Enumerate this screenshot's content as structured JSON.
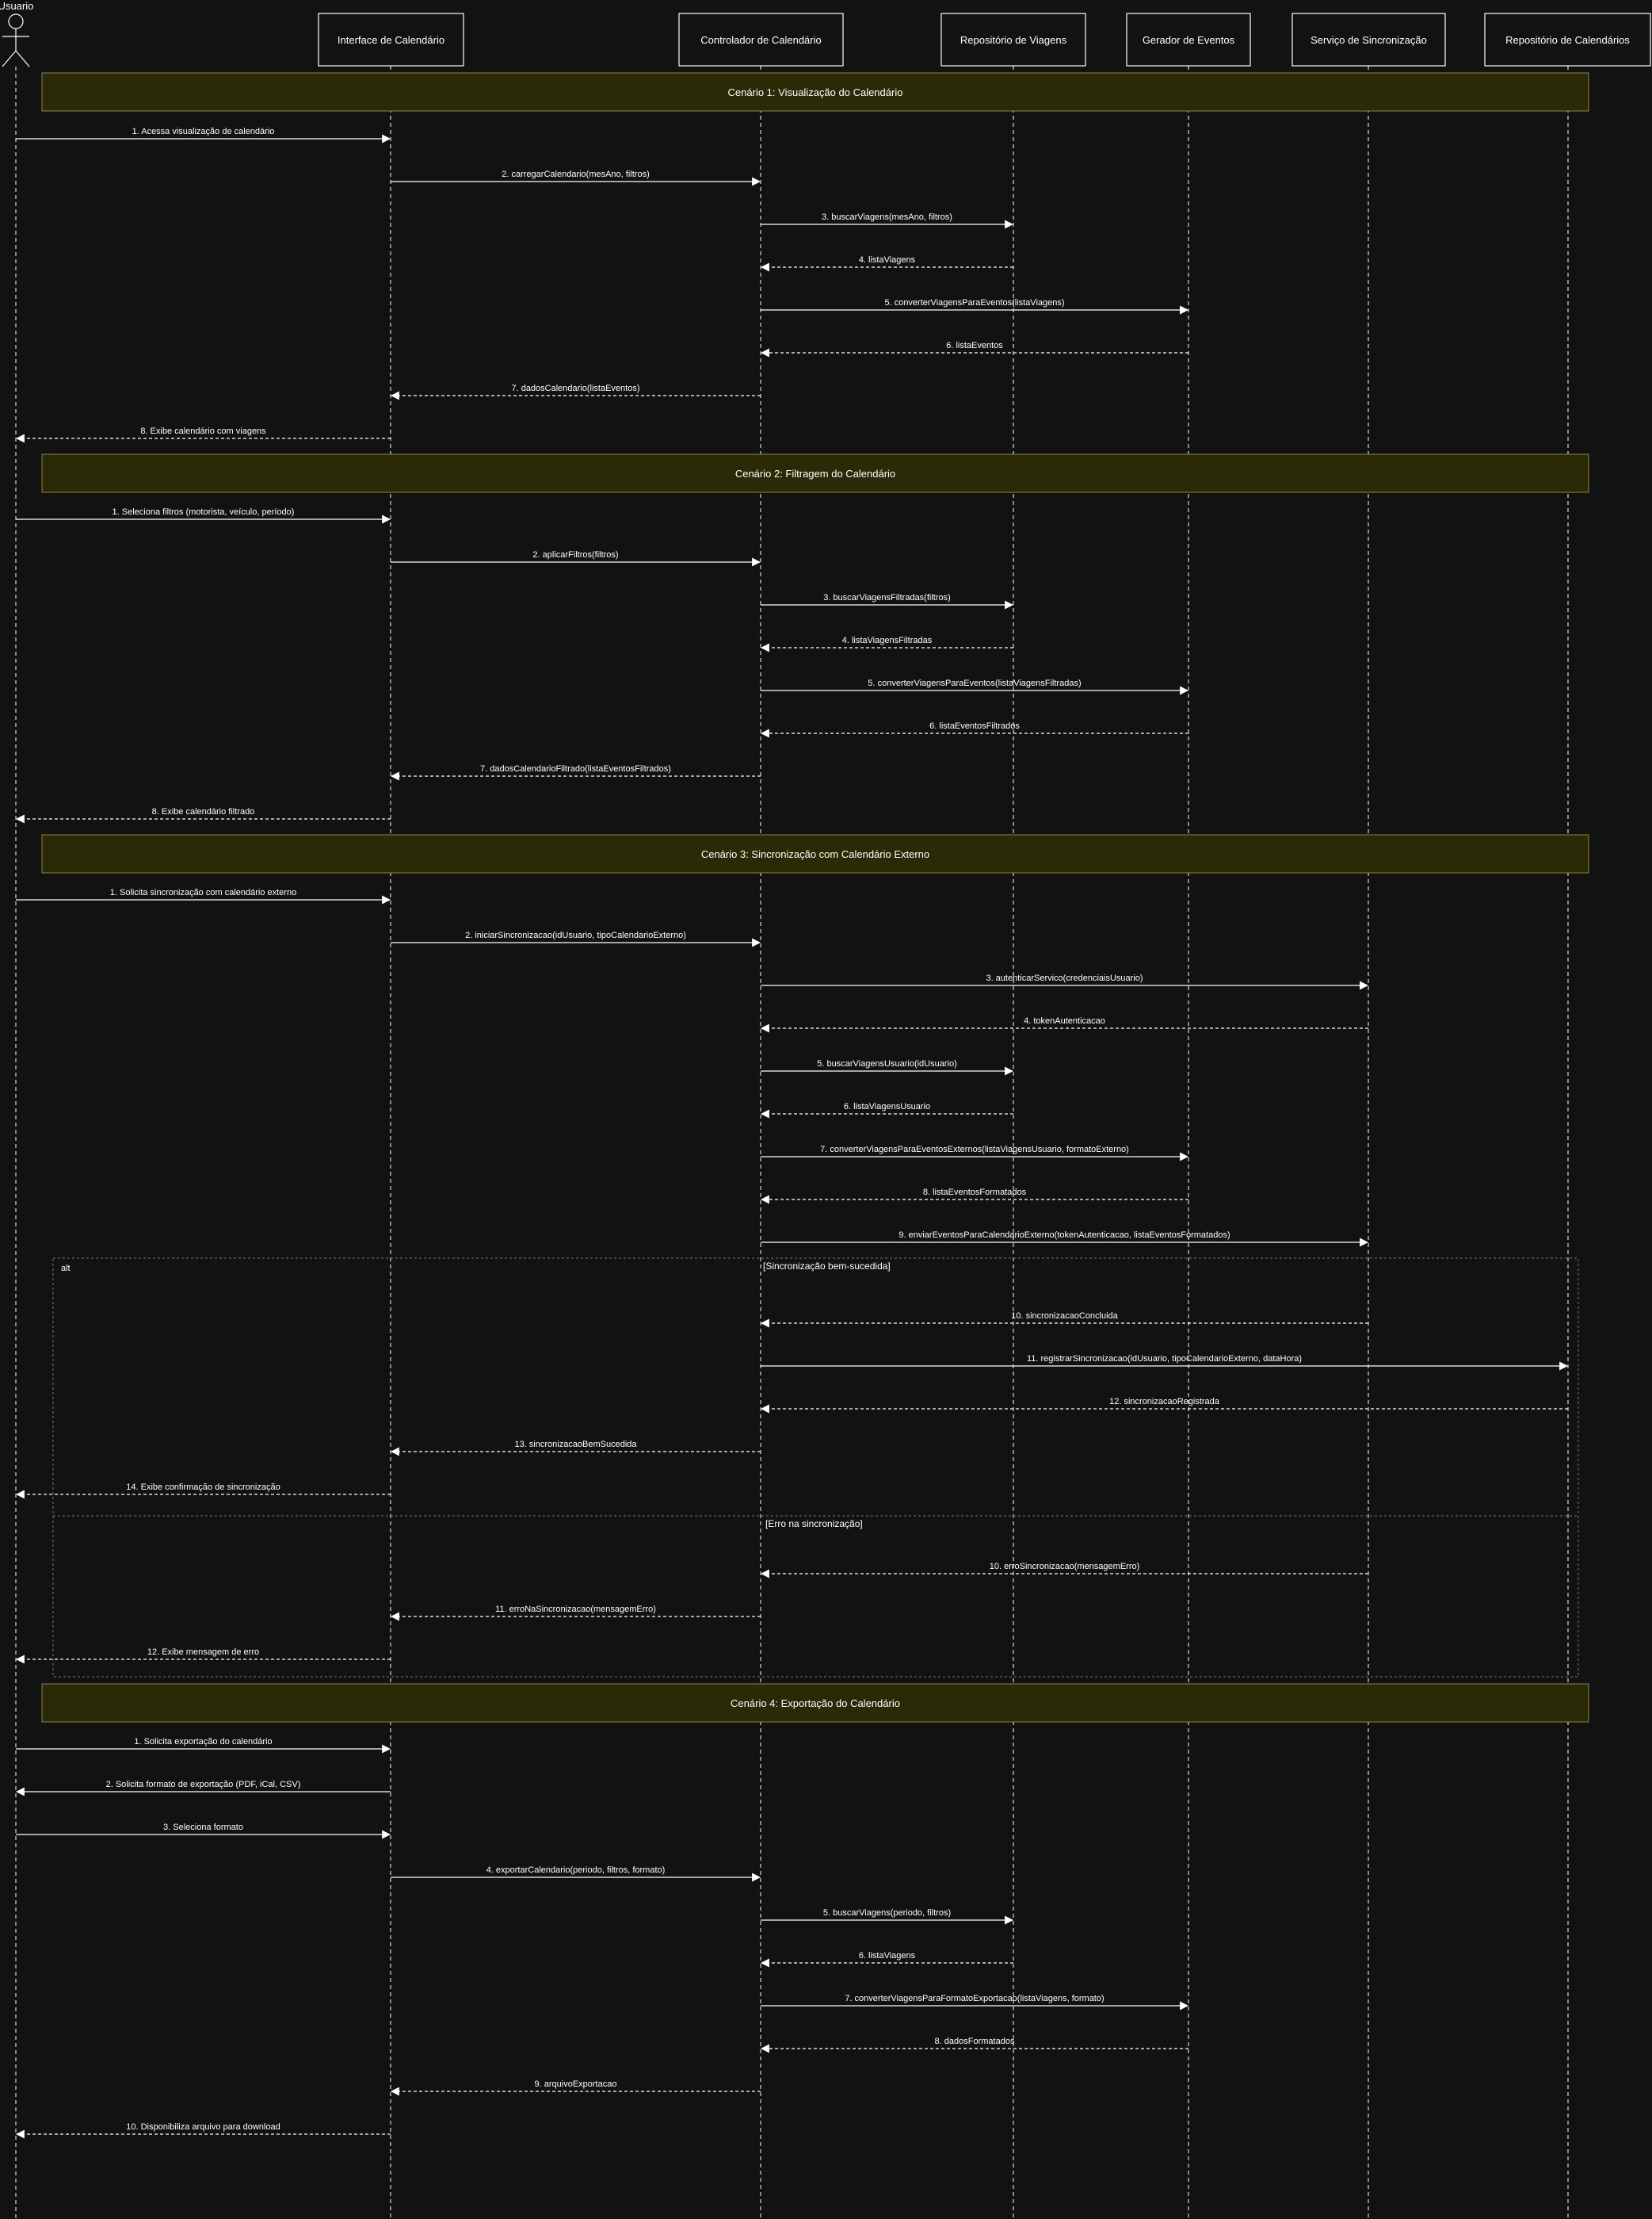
{
  "actor": {
    "name": "Usuario"
  },
  "participants": [
    {
      "id": "ui",
      "label": "Interface de Calendário"
    },
    {
      "id": "ctrl",
      "label": "Controlador de Calendário"
    },
    {
      "id": "rv",
      "label": "Repositório de Viagens"
    },
    {
      "id": "ge",
      "label": "Gerador de Eventos"
    },
    {
      "id": "ss",
      "label": "Serviço de Sincronização"
    },
    {
      "id": "rc",
      "label": "Repositório de Calendários"
    }
  ],
  "scenarios": [
    {
      "label": "Cenário 1: Visualização do Calendário",
      "messages": [
        {
          "label": "1. Acessa visualização de calendário",
          "from": "user",
          "to": "ui",
          "dashed": false
        },
        {
          "label": "2. carregarCalendario(mesAno, filtros)",
          "from": "ui",
          "to": "ctrl",
          "dashed": false
        },
        {
          "label": "3. buscarViagens(mesAno, filtros)",
          "from": "ctrl",
          "to": "rv",
          "dashed": false
        },
        {
          "label": "4. listaViagens",
          "from": "rv",
          "to": "ctrl",
          "dashed": true
        },
        {
          "label": "5. converterViagensParaEventos(listaViagens)",
          "from": "ctrl",
          "to": "ge",
          "dashed": false
        },
        {
          "label": "6. listaEventos",
          "from": "ge",
          "to": "ctrl",
          "dashed": true
        },
        {
          "label": "7. dadosCalendario(listaEventos)",
          "from": "ctrl",
          "to": "ui",
          "dashed": true
        },
        {
          "label": "8. Exibe calendário com viagens",
          "from": "ui",
          "to": "user",
          "dashed": true
        }
      ]
    },
    {
      "label": "Cenário 2: Filtragem do Calendário",
      "messages": [
        {
          "label": "1. Seleciona filtros (motorista, veículo, período)",
          "from": "user",
          "to": "ui",
          "dashed": false
        },
        {
          "label": "2. aplicarFiltros(filtros)",
          "from": "ui",
          "to": "ctrl",
          "dashed": false
        },
        {
          "label": "3. buscarViagensFiltradas(filtros)",
          "from": "ctrl",
          "to": "rv",
          "dashed": false
        },
        {
          "label": "4. listaViagensFiltradas",
          "from": "rv",
          "to": "ctrl",
          "dashed": true
        },
        {
          "label": "5. converterViagensParaEventos(listaViagensFiltradas)",
          "from": "ctrl",
          "to": "ge",
          "dashed": false
        },
        {
          "label": "6. listaEventosFiltrados",
          "from": "ge",
          "to": "ctrl",
          "dashed": true
        },
        {
          "label": "7. dadosCalendarioFiltrado(listaEventosFiltrados)",
          "from": "ctrl",
          "to": "ui",
          "dashed": true
        },
        {
          "label": "8. Exibe calendário filtrado",
          "from": "ui",
          "to": "user",
          "dashed": true
        }
      ]
    },
    {
      "label": "Cenário 3: Sincronização com Calendário Externo",
      "messages": [
        {
          "label": "1. Solicita sincronização com calendário externo",
          "from": "user",
          "to": "ui",
          "dashed": false
        },
        {
          "label": "2. iniciarSincronizacao(idUsuario, tipoCalendarioExterno)",
          "from": "ui",
          "to": "ctrl",
          "dashed": false
        },
        {
          "label": "3. autenticarServico(credenciaisUsuario)",
          "from": "ctrl",
          "to": "ss",
          "dashed": false
        },
        {
          "label": "4. tokenAutenticacao",
          "from": "ss",
          "to": "ctrl",
          "dashed": true
        },
        {
          "label": "5. buscarViagensUsuario(idUsuario)",
          "from": "ctrl",
          "to": "rv",
          "dashed": false
        },
        {
          "label": "6. listaViagensUsuario",
          "from": "rv",
          "to": "ctrl",
          "dashed": true
        },
        {
          "label": "7. converterViagensParaEventosExternos(listaViagensUsuario, formatoExterno)",
          "from": "ctrl",
          "to": "ge",
          "dashed": false
        },
        {
          "label": "8. listaEventosFormatados",
          "from": "ge",
          "to": "ctrl",
          "dashed": true
        },
        {
          "label": "9. enviarEventosParaCalendarioExterno(tokenAutenticacao, listaEventosFormatados)",
          "from": "ctrl",
          "to": "ss",
          "dashed": false
        }
      ],
      "alt": {
        "keyword": "alt",
        "branches": [
          {
            "guard": "[Sincronização bem-sucedida]",
            "messages": [
              {
                "label": "10. sincronizacaoConcluida",
                "from": "ss",
                "to": "ctrl",
                "dashed": true
              },
              {
                "label": "11. registrarSincronizacao(idUsuario, tipoCalendarioExterno, dataHora)",
                "from": "ctrl",
                "to": "rc",
                "dashed": false
              },
              {
                "label": "12. sincronizacaoRegistrada",
                "from": "rc",
                "to": "ctrl",
                "dashed": true
              },
              {
                "label": "13. sincronizacaoBemSucedida",
                "from": "ctrl",
                "to": "ui",
                "dashed": true
              },
              {
                "label": "14. Exibe confirmação de sincronização",
                "from": "ui",
                "to": "user",
                "dashed": true
              }
            ]
          },
          {
            "guard": "[Erro na sincronização]",
            "messages": [
              {
                "label": "10. erroSincronizacao(mensagemErro)",
                "from": "ss",
                "to": "ctrl",
                "dashed": true
              },
              {
                "label": "11. erroNaSincronizacao(mensagemErro)",
                "from": "ctrl",
                "to": "ui",
                "dashed": true
              },
              {
                "label": "12. Exibe mensagem de erro",
                "from": "ui",
                "to": "user",
                "dashed": true
              }
            ]
          }
        ]
      }
    },
    {
      "label": "Cenário 4: Exportação do Calendário",
      "messages": [
        {
          "label": "1. Solicita exportação do calendário",
          "from": "user",
          "to": "ui",
          "dashed": false
        },
        {
          "label": "2. Solicita formato de exportação (PDF, iCal, CSV)",
          "from": "ui",
          "to": "user",
          "dashed": false
        },
        {
          "label": "3. Seleciona formato",
          "from": "user",
          "to": "ui",
          "dashed": false
        },
        {
          "label": "4. exportarCalendario(periodo, filtros, formato)",
          "from": "ui",
          "to": "ctrl",
          "dashed": false
        },
        {
          "label": "5. buscarViagens(periodo, filtros)",
          "from": "ctrl",
          "to": "rv",
          "dashed": false
        },
        {
          "label": "6. listaViagens",
          "from": "rv",
          "to": "ctrl",
          "dashed": true
        },
        {
          "label": "7. converterViagensParaFormatoExportacao(listaViagens, formato)",
          "from": "ctrl",
          "to": "ge",
          "dashed": false
        },
        {
          "label": "8. dadosFormatados",
          "from": "ge",
          "to": "ctrl",
          "dashed": true
        },
        {
          "label": "9. arquivoExportacao",
          "from": "ctrl",
          "to": "ui",
          "dashed": true
        },
        {
          "label": "10. Disponibiliza arquivo para download",
          "from": "ui",
          "to": "user",
          "dashed": true
        }
      ]
    }
  ],
  "colors": {
    "background": "#121212",
    "line": "#ffffff",
    "scenario_fill": "#2a2a06",
    "scenario_stroke": "#8a8a3a",
    "frame_stroke": "#777777"
  }
}
